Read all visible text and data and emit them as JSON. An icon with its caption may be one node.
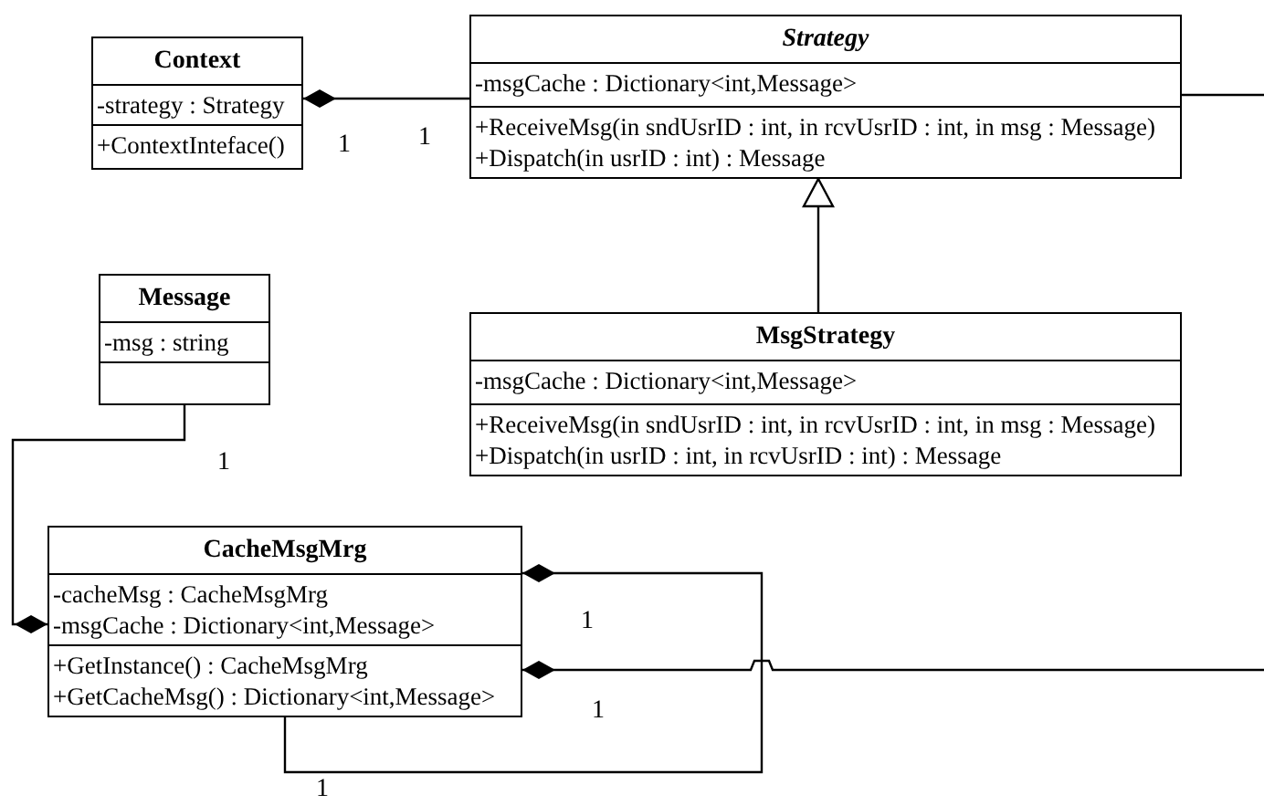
{
  "diagram": {
    "nodes": [
      {
        "text": [
          "Context",
          "-strategy : Strategy",
          "+ContextInteface()"
        ]
      },
      {
        "text": [
          "Strategy",
          "-msgCache : Dictionary<int,Message>",
          "+ReceiveMsg(in sndUsrID : int, in rcvUsrID : int, in msg : Message)",
          "+Dispatch(in usrID : int) : Message"
        ]
      },
      {
        "text": [
          "Message",
          "-msg : string"
        ]
      },
      {
        "text": [
          "MsgStrategy",
          "-msgCache : Dictionary<int,Message>",
          "+ReceiveMsg(in sndUsrID : int, in rcvUsrID : int, in msg : Message)",
          "+Dispatch(in usrID : int, in rcvUsrID : int) : Message"
        ]
      },
      {
        "text": [
          "CacheMsgMrg",
          "-cacheMsg : CacheMsgMrg",
          "-msgCache : Dictionary<int,Message>",
          "+GetInstance() : CacheMsgMrg",
          "+GetCacheMsg() : Dictionary<int,Message>"
        ]
      }
    ],
    "edges": [
      {
        "from": 1,
        "to": 0,
        "arrow": "other"
      },
      {
        "from": 3,
        "to": 1,
        "arrow": "to"
      },
      {
        "from": 2,
        "to": 4,
        "arrow": "other"
      },
      {
        "from": 4,
        "to": 4,
        "arrow": "other"
      },
      {
        "from": 1,
        "to": null,
        "arrow": "none"
      },
      {
        "from": null,
        "to": 4,
        "arrow": "other"
      }
    ],
    "labels": [
      "1",
      "1",
      "1",
      "1",
      "1",
      "1"
    ]
  }
}
